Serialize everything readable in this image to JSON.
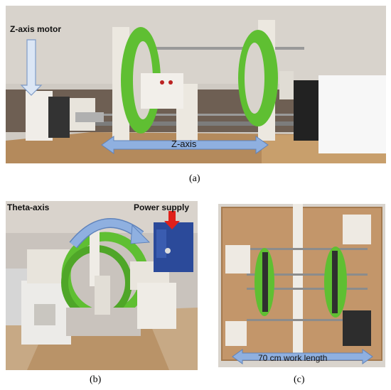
{
  "panels": {
    "a": {
      "caption": "(a)",
      "labels": {
        "motor": "Z-axis motor",
        "axis": "Z-axis"
      }
    },
    "b": {
      "caption": "(b)",
      "labels": {
        "theta": "Theta-axis",
        "power": "Power supply"
      }
    },
    "c": {
      "caption": "(c)",
      "labels": {
        "length": "70 cm work length"
      }
    }
  },
  "colors": {
    "green": "#5fbf32",
    "arrow_blue": "#8fb0e0",
    "arrow_red": "#e0201a",
    "wood": "#b88a5a",
    "white_part": "#ece8e0"
  }
}
